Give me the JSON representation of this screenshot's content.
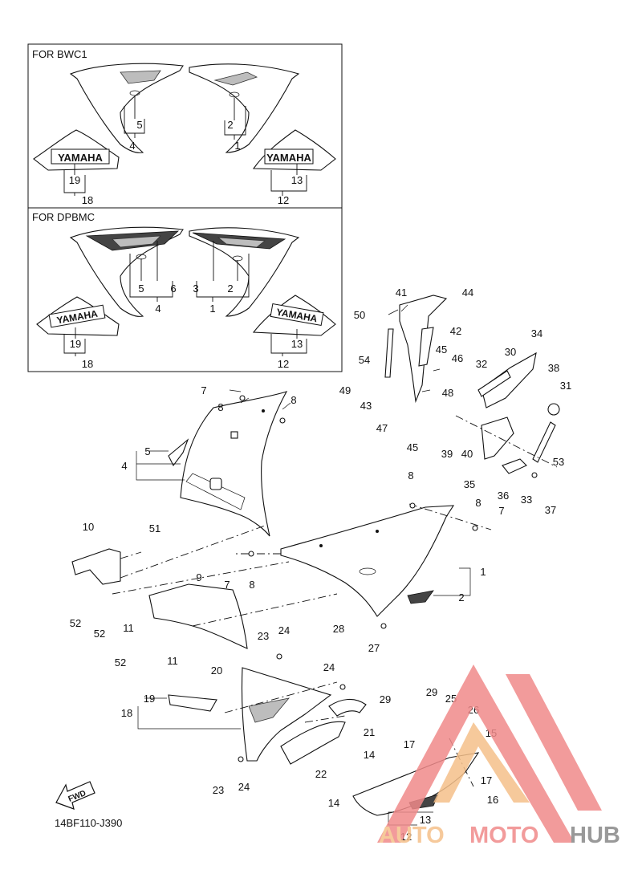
{
  "diagram": {
    "drawing_code": "14BF110-J390",
    "fwd_label": "FWD",
    "box_bwc1": {
      "title": "FOR BWC1",
      "decal_text_left": "YAMAHA",
      "decal_text_right": "YAMAHA",
      "callouts": [
        "5",
        "4",
        "2",
        "1",
        "19",
        "18",
        "13",
        "12"
      ]
    },
    "box_dpbmc": {
      "title": "FOR DPBMC",
      "decal_text_left": "YAMAHA",
      "decal_text_right": "YAMAHA",
      "callouts": [
        "5",
        "6",
        "4",
        "3",
        "2",
        "1",
        "19",
        "18",
        "13",
        "12"
      ]
    },
    "callouts": [
      "7",
      "8",
      "8",
      "5",
      "4",
      "41",
      "44",
      "50",
      "42",
      "54",
      "45",
      "46",
      "49",
      "48",
      "43",
      "47",
      "45",
      "34",
      "32",
      "30",
      "38",
      "31",
      "39",
      "40",
      "53",
      "35",
      "36",
      "33",
      "37",
      "8",
      "8",
      "7",
      "10",
      "51",
      "9",
      "7",
      "8",
      "1",
      "2",
      "52",
      "52",
      "11",
      "11",
      "52",
      "28",
      "27",
      "23",
      "24",
      "24",
      "29",
      "20",
      "19",
      "18",
      "21",
      "22",
      "23",
      "24",
      "29",
      "25",
      "26",
      "15",
      "17",
      "14",
      "17",
      "14",
      "16",
      "13",
      "12"
    ]
  },
  "watermark": {
    "word_part1": "AUTO",
    "word_part2": "MOTO",
    "word_part3": "HUB",
    "color_light": "#f5c08a",
    "color_red": "#f08a8a",
    "color_dark": "#888888"
  }
}
